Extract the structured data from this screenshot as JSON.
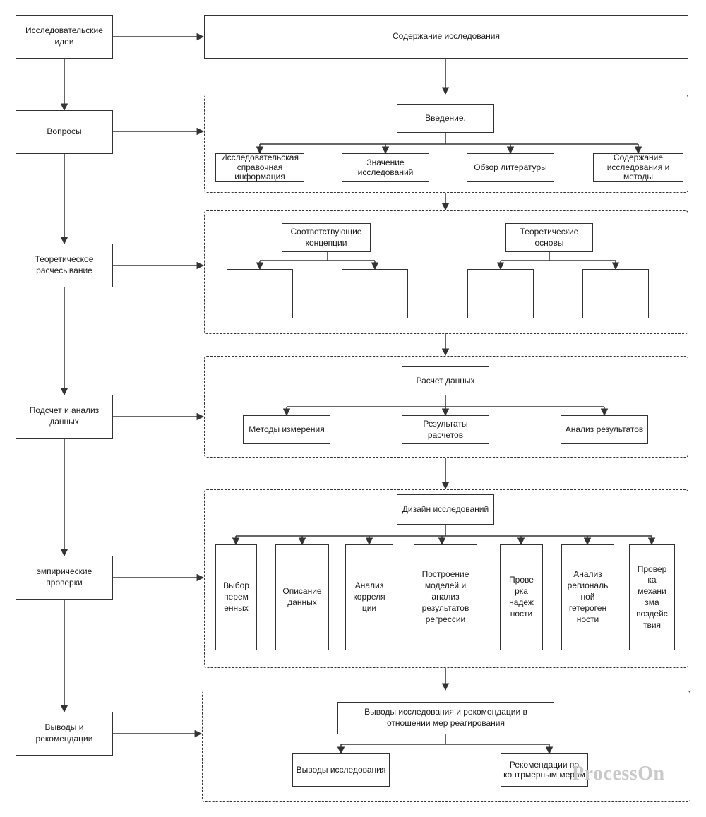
{
  "left_column": {
    "ideas": "Исследовательские идеи",
    "questions": "Вопросы",
    "theory": "Теоретическое расчесывание",
    "data": "Подсчет и анализ данных",
    "empirical": "эмпирические проверки",
    "conclusions": "Выводы и рекомендации"
  },
  "content": {
    "title": "Содержание исследования"
  },
  "intro": {
    "title": "Введение.",
    "items": [
      "Исследовательская справочная информация",
      "Значение исследований",
      "Обзор литературы",
      "Содержание исследования и методы"
    ]
  },
  "theory_group": {
    "concepts": "Соответствующие концепции",
    "foundations": "Теоретические основы"
  },
  "calc": {
    "title": "Расчет данных",
    "items": [
      "Методы измерения",
      "Результаты расчетов",
      "Анализ результатов"
    ]
  },
  "design": {
    "title": "Дизайн исследований",
    "items": [
      "Выбор перем енных",
      "Описание данных",
      "Анализ корреля ции",
      "Построение моделей и анализ результатов регрессии",
      "Прове рка надеж ности",
      "Анализ региональ ной гетероген ности",
      "Провер ка механи зма воздейс твия"
    ]
  },
  "final": {
    "title": "Выводы исследования и рекомендации в отношении мер реагирования",
    "items": [
      "Выводы исследования",
      "Рекомендации по контрмерным мерам"
    ]
  },
  "watermark": "ProcessOn",
  "colors": {
    "line": "#333333",
    "watermark": "#c9c9c9"
  }
}
